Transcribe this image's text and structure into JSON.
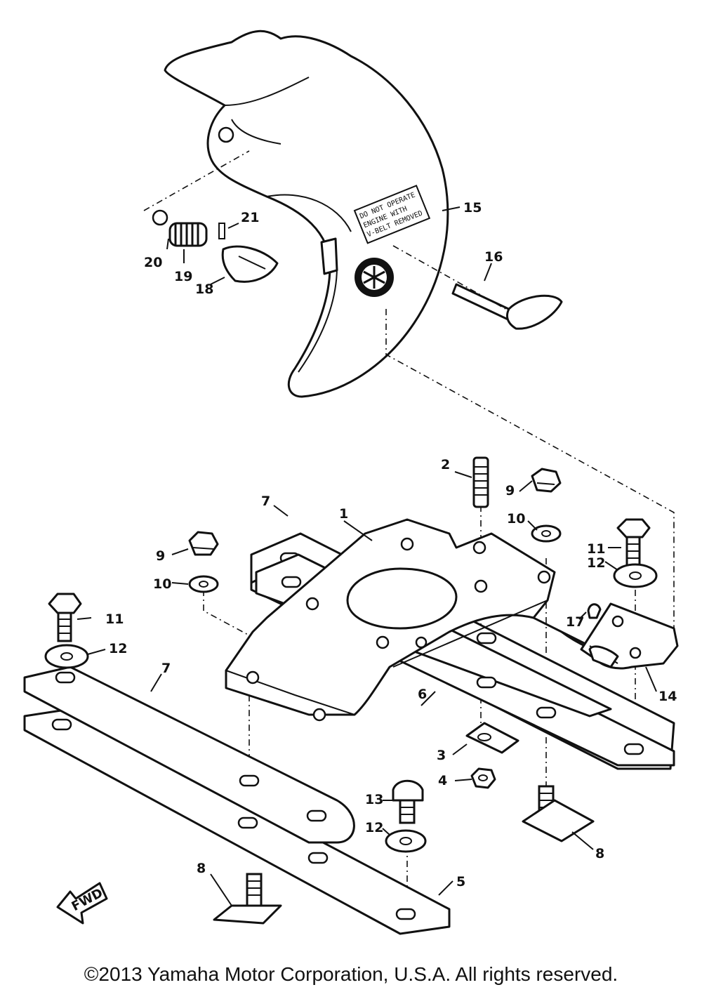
{
  "labels": [
    "1",
    "2",
    "3",
    "4",
    "5",
    "6",
    "7",
    "7",
    "8",
    "8",
    "9",
    "9",
    "10",
    "10",
    "11",
    "11",
    "12",
    "12",
    "12",
    "13",
    "14",
    "15",
    "16",
    "17",
    "18",
    "19",
    "20",
    "21"
  ],
  "decal_lines": [
    "DO NOT OPERATE",
    "ENGINE WITH",
    "V-BELT REMOVED"
  ],
  "fwd_arrow": "FWD",
  "copyright": "©2013 Yamaha Motor Corporation, U.S.A. All rights reserved."
}
